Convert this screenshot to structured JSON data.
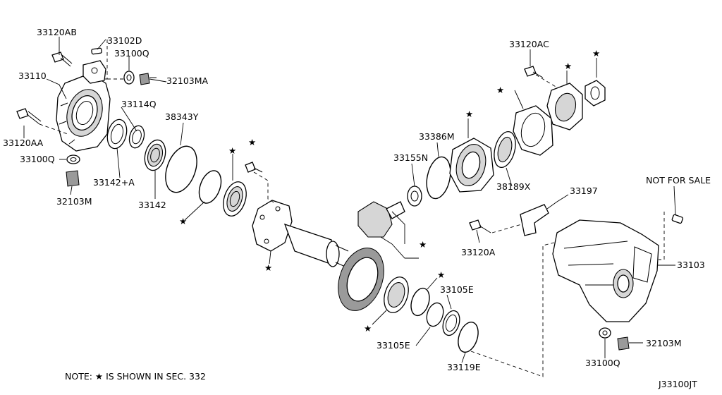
{
  "diagram": {
    "labels": {
      "p33120AB": "33120AB",
      "p33102D": "33102D",
      "p33100Q_top": "33100Q",
      "p32103MA": "32103MA",
      "p33110": "33110",
      "p33114Q": "33114Q",
      "p38343Y": "38343Y",
      "p33120AA": "33120AA",
      "p33100Q_left": "33100Q",
      "p33142A": "33142+A",
      "p32103M_left": "32103M",
      "p33142": "33142",
      "p33120AC": "33120AC",
      "p33386M": "33386M",
      "p33155N": "33155N",
      "p38189X": "38189X",
      "p33197": "33197",
      "p33120A": "33120A",
      "not_for_sale": "NOT FOR SALE",
      "p33103": "33103",
      "p33105E_right": "33105E",
      "p33105E_left": "33105E",
      "p33119E": "33119E",
      "p33100Q_bottom": "33100Q",
      "p32103M_right": "32103M"
    },
    "note": "NOTE: ★ IS SHOWN IN SEC. 332",
    "diagram_code": "J33100JT",
    "star_glyph": "★"
  }
}
